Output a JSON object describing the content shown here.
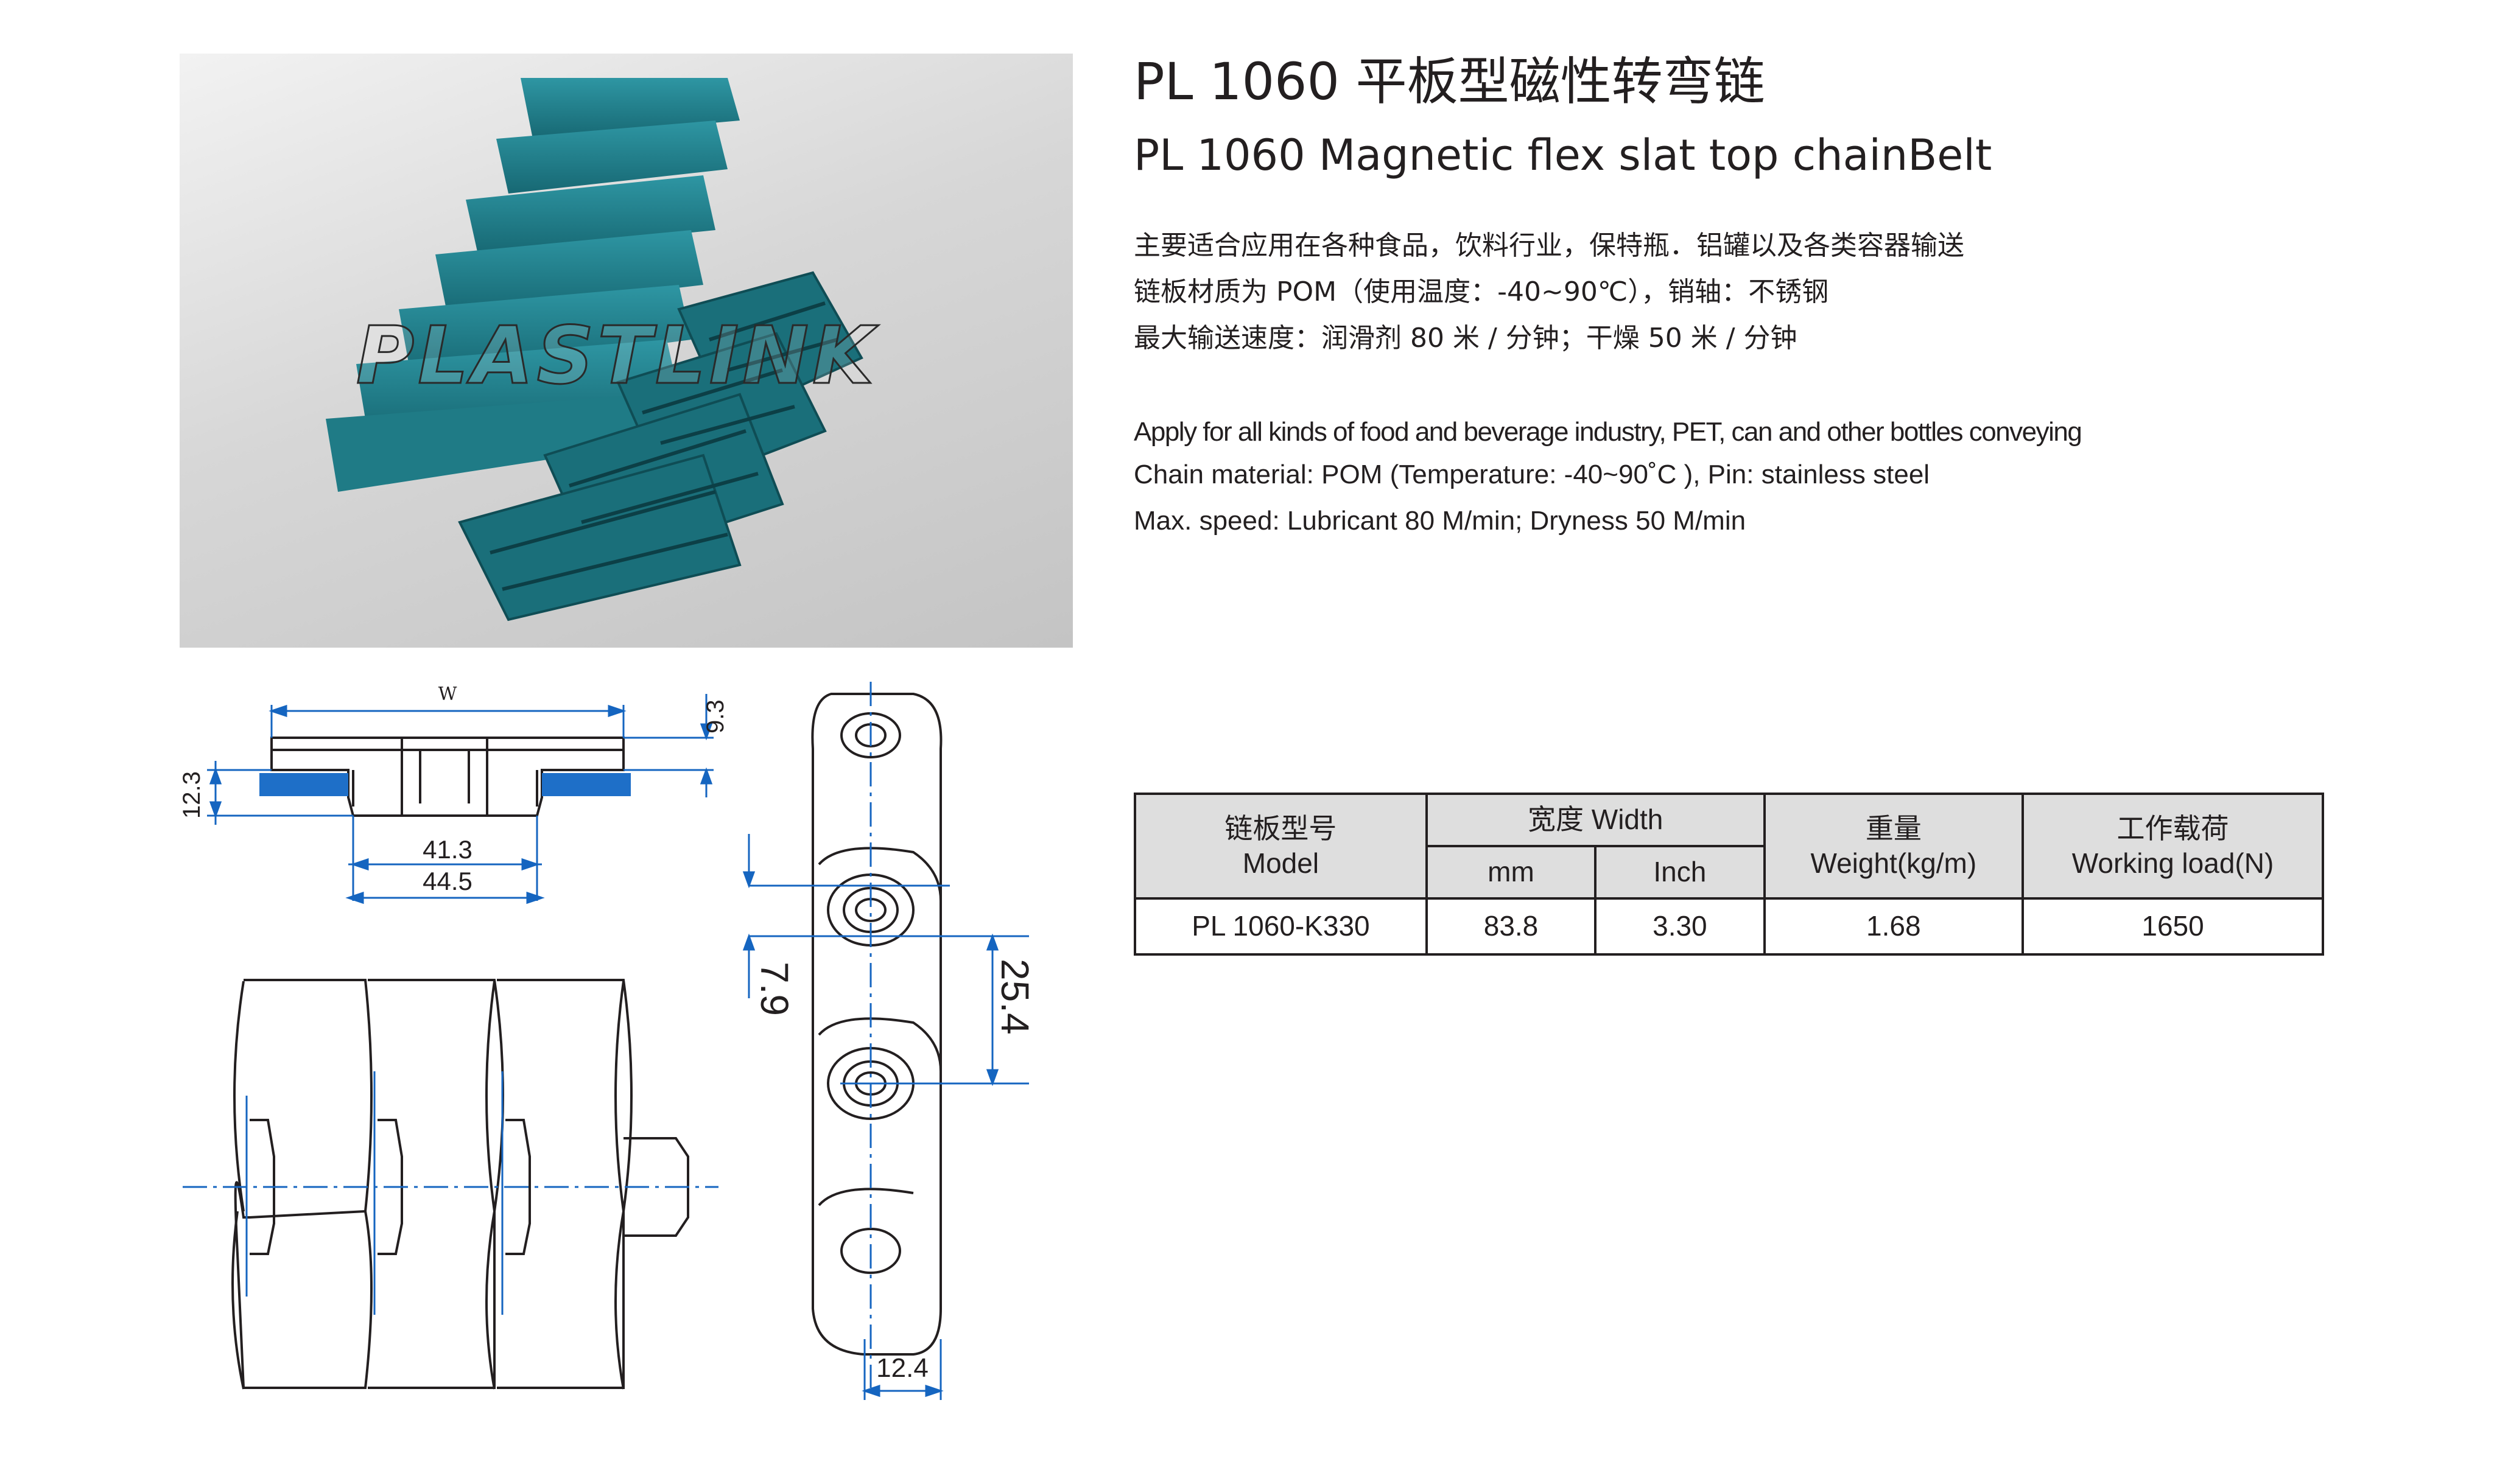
{
  "header": {
    "title_cn": "PL 1060 平板型磁性转弯链",
    "title_en": "PL 1060 Magnetic flex slat top chainBelt"
  },
  "photo": {
    "watermark": "PLASTLINK",
    "chain_color": "#1e7f8c"
  },
  "description": {
    "cn": [
      "主要适合应用在各种食品，饮料行业，保特瓶．铝罐以及各类容器输送",
      "链板材质为 POM（使用温度：-40~90℃），销轴：不锈钢",
      "最大输送速度：润滑剂 80 米 / 分钟；干燥 50 米 / 分钟"
    ],
    "en": [
      "Apply for all kinds of food and beverage industry,  PET, can and other bottles conveying",
      "Chain material: POM (Temperature: -40~90˚C ), Pin: stainless steel",
      "Max. speed: Lubricant 80 M/min; Dryness 50 M/min"
    ]
  },
  "dimensions": {
    "w_label": "W",
    "height_top": "9.3",
    "height_side": "12.3",
    "inner_width": "41.3",
    "outer_width": "44.5",
    "pin_offset": "7.9",
    "pitch": "25.4",
    "bottom_width": "12.4",
    "dimension_color": "#1565c0",
    "magnet_color": "#1e6fc8"
  },
  "table": {
    "headers": {
      "model_cn": "链板型号",
      "model_en": "Model",
      "width": "宽度 Width",
      "mm": "mm",
      "inch": "Inch",
      "weight_cn": "重量",
      "weight_en": "Weight(kg/m)",
      "load_cn": "工作载荷",
      "load_en": "Working load(N)"
    },
    "rows": [
      {
        "model": "PL 1060-K330",
        "mm": "83.8",
        "inch": "3.30",
        "weight": "1.68",
        "load": "1650"
      }
    ]
  }
}
